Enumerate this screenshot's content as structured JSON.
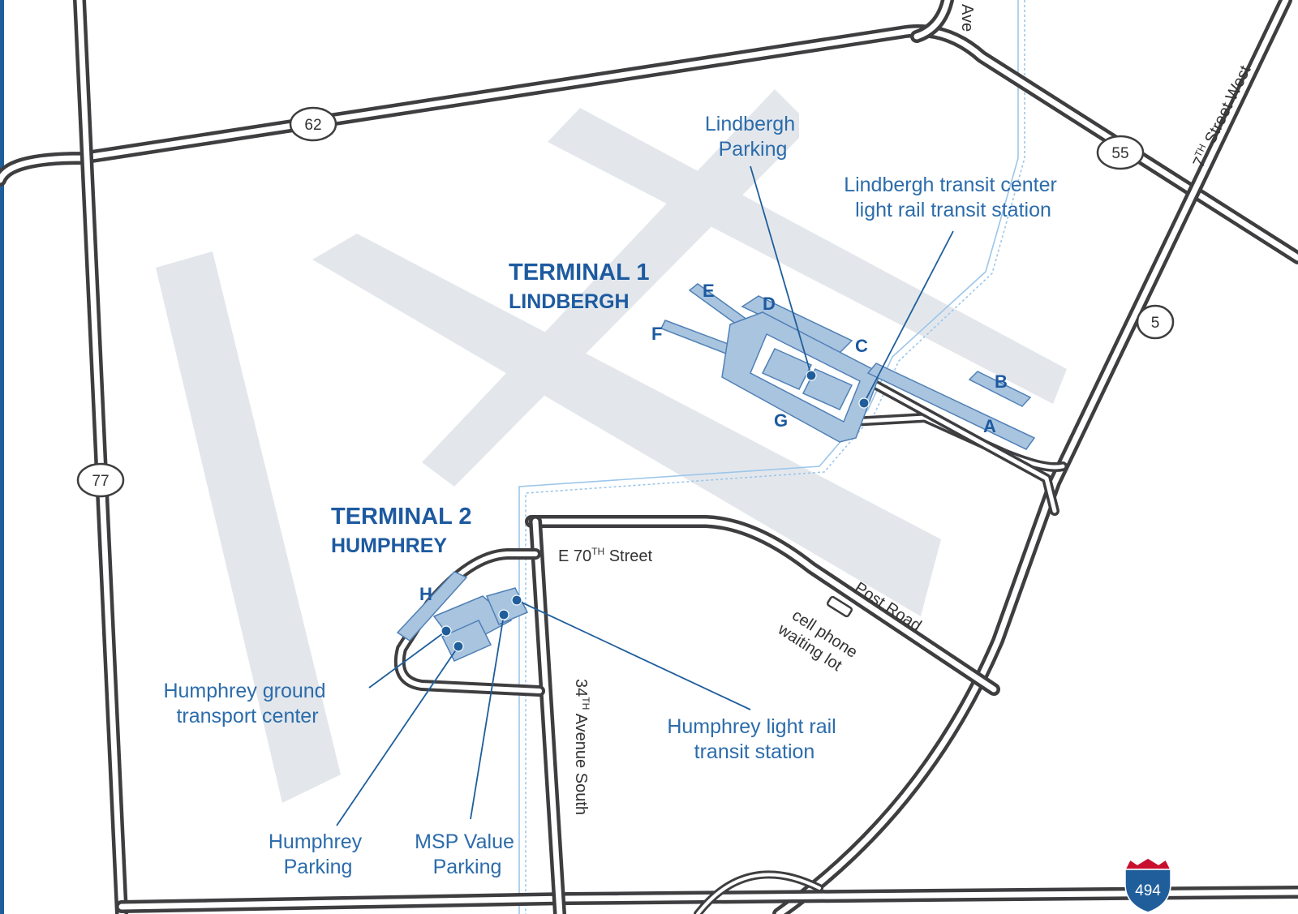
{
  "terminals": {
    "t1": {
      "title": "TERMINAL 1",
      "subtitle": "LINDBERGH"
    },
    "t2": {
      "title": "TERMINAL 2",
      "subtitle": "HUMPHREY"
    }
  },
  "gates": [
    "E",
    "D",
    "F",
    "C",
    "B",
    "G",
    "A",
    "H"
  ],
  "labels": {
    "lindbergh_parking": [
      "Lindbergh",
      "Parking"
    ],
    "lindbergh_transit": [
      "Lindbergh transit center",
      "light rail transit station"
    ],
    "humphrey_ground": [
      "Humphrey ground",
      "transport center"
    ],
    "humphrey_lrt": [
      "Humphrey light rail",
      "transit station"
    ],
    "humphrey_parking": [
      "Humphrey",
      "Parking"
    ],
    "msp_value_parking": [
      "MSP Value",
      "Parking"
    ]
  },
  "streets": {
    "e70": "E 70",
    "e70_sup": "TH",
    "e70_suffix": " Street",
    "post_road": "Post Road",
    "cell_lot": [
      "cell phone",
      "waiting lot"
    ],
    "ave34": "34",
    "ave34_sup": "TH",
    "ave34_suffix": " Avenue South",
    "seventh": "7",
    "seventh_sup": "TH",
    "seventh_suffix": " Street West",
    "ave_top": "Ave"
  },
  "shields": {
    "hwy62": "62",
    "hwy55": "55",
    "hwy5": "5",
    "hwy77": "77",
    "i494": "494"
  },
  "colors": {
    "road": "#3e3e40",
    "runway": "#e3e7ec",
    "label_blue": "#2c6cab",
    "terminal_blue": "#1d5aa0",
    "rail": "#9cc6ea",
    "interstate_red": "#c8102e",
    "interstate_blue": "#1f5e9b"
  }
}
